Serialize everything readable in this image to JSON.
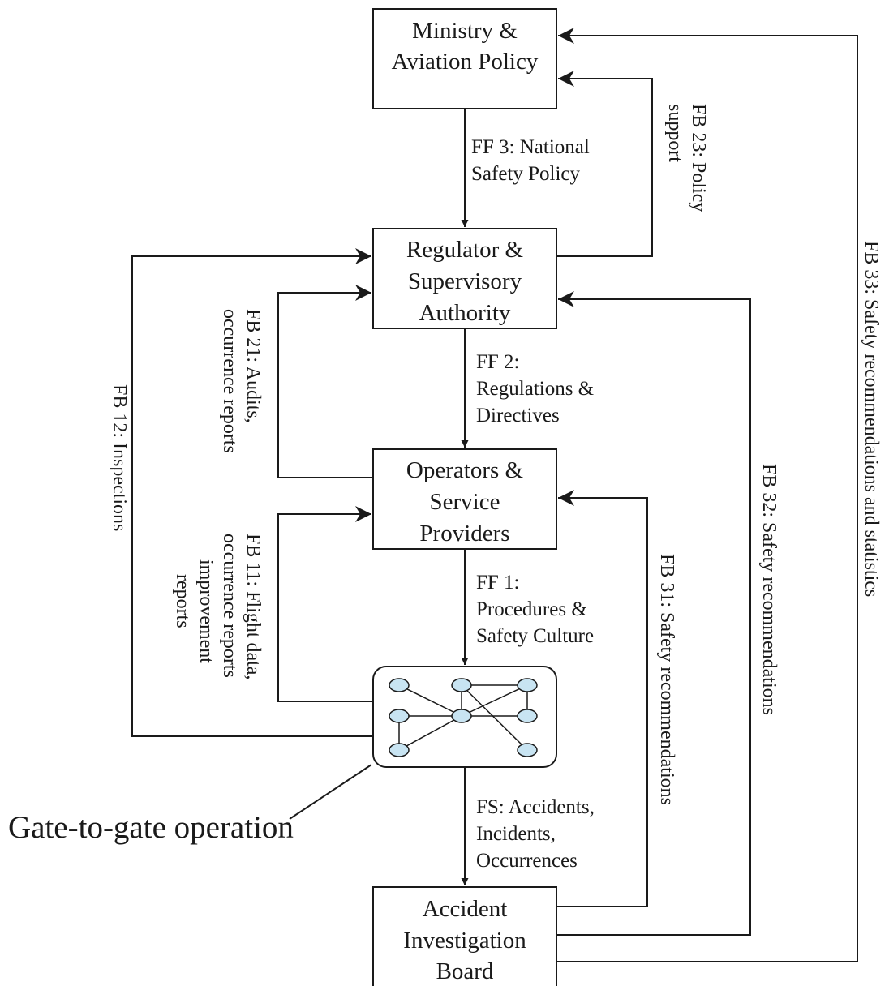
{
  "boxes": {
    "ministry": [
      "Ministry &",
      "Aviation Policy"
    ],
    "regulator": [
      "Regulator &",
      "Supervisory",
      "Authority"
    ],
    "operators": [
      "Operators &",
      "Service",
      "Providers"
    ],
    "aib": [
      "Accident",
      "Investigation",
      "Board"
    ]
  },
  "flows": {
    "ff3": [
      "FF 3: National",
      "Safety Policy"
    ],
    "ff2": [
      "FF 2:",
      "Regulations &",
      "Directives"
    ],
    "ff1": [
      "FF 1:",
      "Procedures &",
      "Safety Culture"
    ],
    "fs": [
      "FS: Accidents,",
      "Incidents,",
      "Occurrences"
    ]
  },
  "feedbacks": {
    "fb23": [
      "FB 23: Policy",
      "support"
    ],
    "fb21": [
      "FB 21: Audits,",
      "occurrence reports"
    ],
    "fb12": "FB 12: Inspections",
    "fb11": [
      "FB 11: Flight data,",
      "occurrence reports",
      "improvement",
      "reports"
    ],
    "fb31": "FB 31: Safety recommendations",
    "fb32": "FB 32: Safety recommendations",
    "fb33": "FB 33: Safety recommendations and statistics"
  },
  "network_label": "Gate-to-gate operation",
  "colors": {
    "network_node": "#c8e4f2",
    "ink": "#1a1a1a"
  }
}
